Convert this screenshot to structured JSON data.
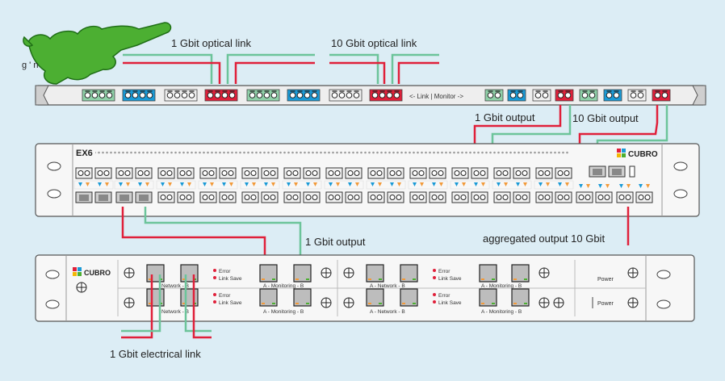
{
  "labels": {
    "optical_1g": "1 Gbit optical link",
    "optical_10g": "10 Gbit optical link",
    "output_1g_top": "1 Gbit output",
    "output_10g_top": "10 Gbit output",
    "output_1g_mid": "1 Gbit output",
    "aggregated": "aggregated  output 10 Gbit",
    "electrical_1g": "1 Gbit electrical link",
    "patch_arrows": "<- Link  |  Monitor ->"
  },
  "switch": {
    "model": "EX6",
    "brand": "CUBRO"
  },
  "monitor_unit": {
    "brand": "CUBRO",
    "error": "Error",
    "link_save": "Link Save",
    "network_b": "Network - B",
    "a_network_b": "A - Network - B",
    "a_monitoring_b": "A - Monitoring - B",
    "power": "Power"
  },
  "hand_text": "g ' n",
  "colors": {
    "background": "#dcedf5",
    "red_link": "#e0203a",
    "green_link": "#6cc49a",
    "blue_module": "#1a9ad6",
    "green_module": "#8fd0a8",
    "hand": "#4caf32"
  }
}
